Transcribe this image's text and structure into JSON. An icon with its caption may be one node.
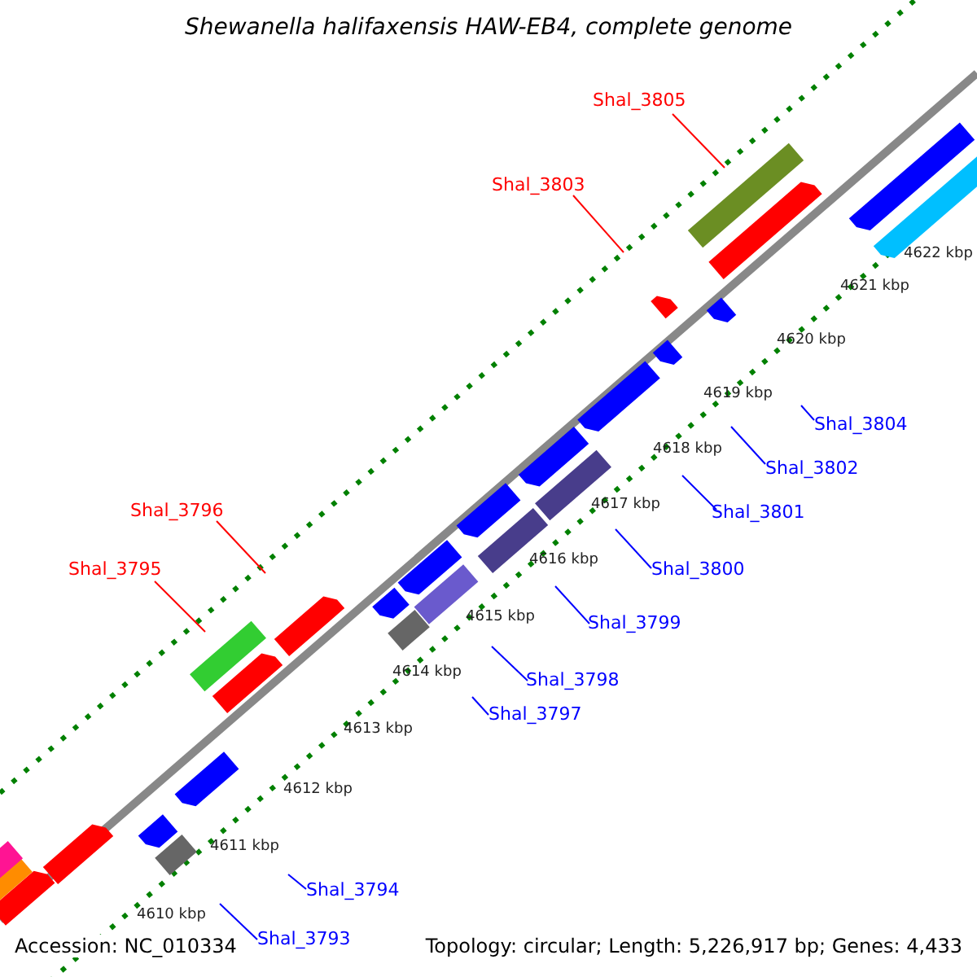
{
  "diagram": {
    "title": "Shewanella halifaxensis HAW-EB4, complete genome",
    "nodes": [
      {
        "text": [
          "Shal_3805"
        ]
      },
      {
        "text": [
          "Shal_3803"
        ]
      },
      {
        "text": [
          "Shal_3804"
        ]
      },
      {
        "text": [
          "Shal_3802"
        ]
      },
      {
        "text": [
          "Shal_3796"
        ]
      },
      {
        "text": [
          "Shal_3801"
        ]
      },
      {
        "text": [
          "Shal_3800"
        ]
      },
      {
        "text": [
          "Shal_3795"
        ]
      },
      {
        "text": [
          "Shal_3799"
        ]
      },
      {
        "text": [
          "Shal_3798"
        ]
      },
      {
        "text": [
          "Shal_3797"
        ]
      },
      {
        "text": [
          "Shal_3794"
        ]
      },
      {
        "text": [
          "Shal_3793"
        ]
      }
    ],
    "edges": [
      {
        "from": 0,
        "to": null,
        "arrow": "none",
        "color": "#ff0000"
      },
      {
        "from": 1,
        "to": null,
        "arrow": "none",
        "color": "#ff0000"
      },
      {
        "from": 2,
        "to": null,
        "arrow": "none"
      },
      {
        "from": 3,
        "to": null,
        "arrow": "none"
      },
      {
        "from": 4,
        "to": null,
        "arrow": "none",
        "color": "#ff0000"
      },
      {
        "from": 5,
        "to": null,
        "arrow": "none"
      },
      {
        "from": 6,
        "to": null,
        "arrow": "none"
      },
      {
        "from": 7,
        "to": null,
        "arrow": "none",
        "color": "#ff0000"
      },
      {
        "from": 8,
        "to": null,
        "arrow": "none"
      },
      {
        "from": 9,
        "to": null,
        "arrow": "none"
      },
      {
        "from": 10,
        "to": null,
        "arrow": "none"
      },
      {
        "from": 11,
        "to": null,
        "arrow": "none"
      },
      {
        "from": 12,
        "to": null,
        "arrow": "none"
      }
    ],
    "labels": [
      "4622 kbp",
      "4621 kbp",
      "4620 kbp",
      "4619 kbp",
      "4618 kbp",
      "4617 kbp",
      "4616 kbp",
      "4615 kbp",
      "4614 kbp",
      "4613 kbp",
      "4612 kbp",
      "4611 kbp",
      "4610 kbp",
      "Accession: NC_010334",
      "Topology: circular; Length: 5,226,917 bp; Genes: 4,433"
    ]
  }
}
